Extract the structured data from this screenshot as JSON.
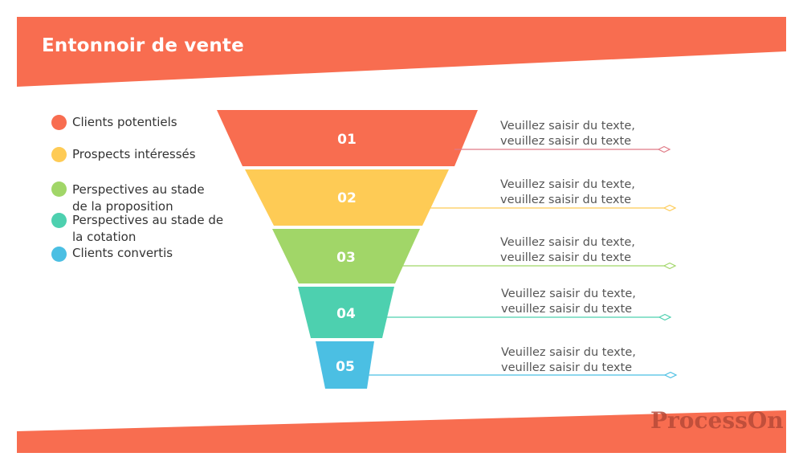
{
  "title": "Entonnoir de vente",
  "colors": {
    "banner": "#F86D50",
    "stage_1": "#F86D50",
    "stage_2": "#FECB55",
    "stage_3": "#A1D668",
    "stage_4": "#4DD0AF",
    "stage_5": "#4BBFE3",
    "connector_1": "#E07A86"
  },
  "legend": [
    {
      "label": "Clients potentiels"
    },
    {
      "label": "Prospects intéressés"
    },
    {
      "label": "Perspectives au stade de la proposition"
    },
    {
      "label": "Perspectives au stade de la cotation"
    },
    {
      "label": "Clients convertis"
    }
  ],
  "stages": [
    {
      "number": "01",
      "description_line1": "Veuillez saisir du texte,",
      "description_line2": "veuillez saisir du texte"
    },
    {
      "number": "02",
      "description_line1": "Veuillez saisir du texte,",
      "description_line2": "veuillez saisir du texte"
    },
    {
      "number": "03",
      "description_line1": "Veuillez saisir du texte,",
      "description_line2": "veuillez saisir du texte"
    },
    {
      "number": "04",
      "description_line1": "Veuillez saisir du texte,",
      "description_line2": "veuillez saisir du texte"
    },
    {
      "number": "05",
      "description_line1": "Veuillez saisir du texte,",
      "description_line2": "veuillez saisir du texte"
    }
  ],
  "watermark": "ProcessOn"
}
